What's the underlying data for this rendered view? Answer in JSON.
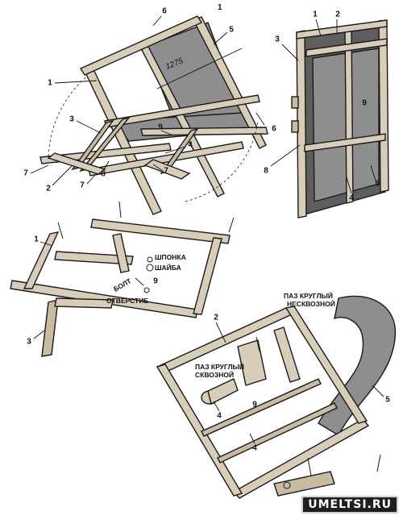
{
  "figure": {
    "number": "1",
    "dimension": "1275"
  },
  "callouts": {
    "top_left": [
      {
        "id": "c-tl-1",
        "text": "1"
      },
      {
        "id": "c-tl-2",
        "text": "2"
      },
      {
        "id": "c-tl-3",
        "text": "3"
      },
      {
        "id": "c-tl-4",
        "text": "4"
      },
      {
        "id": "c-tl-5",
        "text": "5"
      },
      {
        "id": "c-tl-6a",
        "text": "6"
      },
      {
        "id": "c-tl-6b",
        "text": "6"
      },
      {
        "id": "c-tl-7a",
        "text": "7"
      },
      {
        "id": "c-tl-7b",
        "text": "7"
      },
      {
        "id": "c-tl-7c",
        "text": "7"
      },
      {
        "id": "c-tl-8",
        "text": "8"
      },
      {
        "id": "c-tl-9",
        "text": "9"
      }
    ],
    "top_right": [
      {
        "id": "c-tr-1",
        "text": "1"
      },
      {
        "id": "c-tr-2",
        "text": "2"
      },
      {
        "id": "c-tr-3",
        "text": "3"
      },
      {
        "id": "c-tr-4",
        "text": "4"
      },
      {
        "id": "c-tr-5",
        "text": "5"
      },
      {
        "id": "c-tr-8",
        "text": "8"
      },
      {
        "id": "c-tr-9",
        "text": "9"
      }
    ],
    "middle_left": [
      {
        "id": "c-ml-1",
        "text": "1"
      },
      {
        "id": "c-ml-3",
        "text": "3"
      },
      {
        "id": "c-ml-9",
        "text": "9"
      }
    ],
    "bottom_right": [
      {
        "id": "c-br-2",
        "text": "2"
      },
      {
        "id": "c-br-4a",
        "text": "4"
      },
      {
        "id": "c-br-4b",
        "text": "4"
      },
      {
        "id": "c-br-5",
        "text": "5"
      },
      {
        "id": "c-br-9",
        "text": "9"
      }
    ]
  },
  "labels": {
    "shponka": "ШПОНКА",
    "shayba": "ШАЙБА",
    "bolt": "БОЛТ",
    "otverstie": "ОТВЕРСТИЕ",
    "paz_kruglyi_neskvoznoi_1": "ПАЗ КРУГЛЫЙ",
    "paz_kruglyi_neskvoznoi_2": "НЕСКВОЗНОЙ",
    "paz_kruglyi_skvoznoi_1": "ПАЗ КРУГЛЫЙ",
    "paz_kruglyi_skvoznoi_2": "СКВОЗНОЙ"
  },
  "brand": {
    "text": "UMELTSI.RU",
    "colors": {
      "bar": "#1f1f1f",
      "text": "#ffffff"
    }
  },
  "colors": {
    "wood": "#d8cdb8",
    "fabric": "#8e8e8e",
    "ink": "#1a1a1a"
  }
}
